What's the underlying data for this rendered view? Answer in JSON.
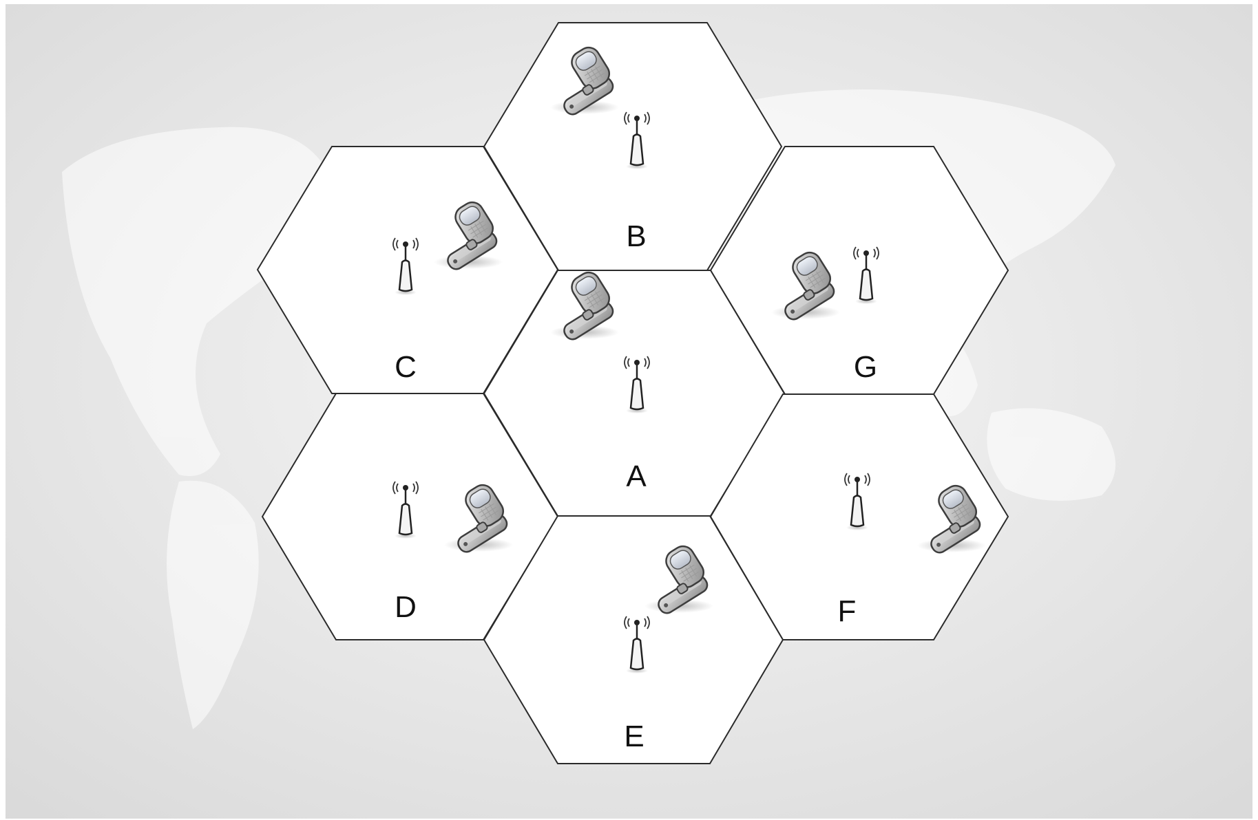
{
  "diagram": {
    "cells": [
      {
        "id": "A",
        "label": "A"
      },
      {
        "id": "B",
        "label": "B"
      },
      {
        "id": "C",
        "label": "C"
      },
      {
        "id": "D",
        "label": "D"
      },
      {
        "id": "E",
        "label": "E"
      },
      {
        "id": "F",
        "label": "F"
      },
      {
        "id": "G",
        "label": "G"
      }
    ],
    "icons": {
      "phone": "mobile-phone-icon",
      "tower": "antenna-tower-icon"
    },
    "colors": {
      "background_light": "#f6f6f6",
      "background_dark": "#d8d8d8",
      "cell_fill": "#ffffff",
      "cell_stroke": "#2b2b2b"
    }
  }
}
